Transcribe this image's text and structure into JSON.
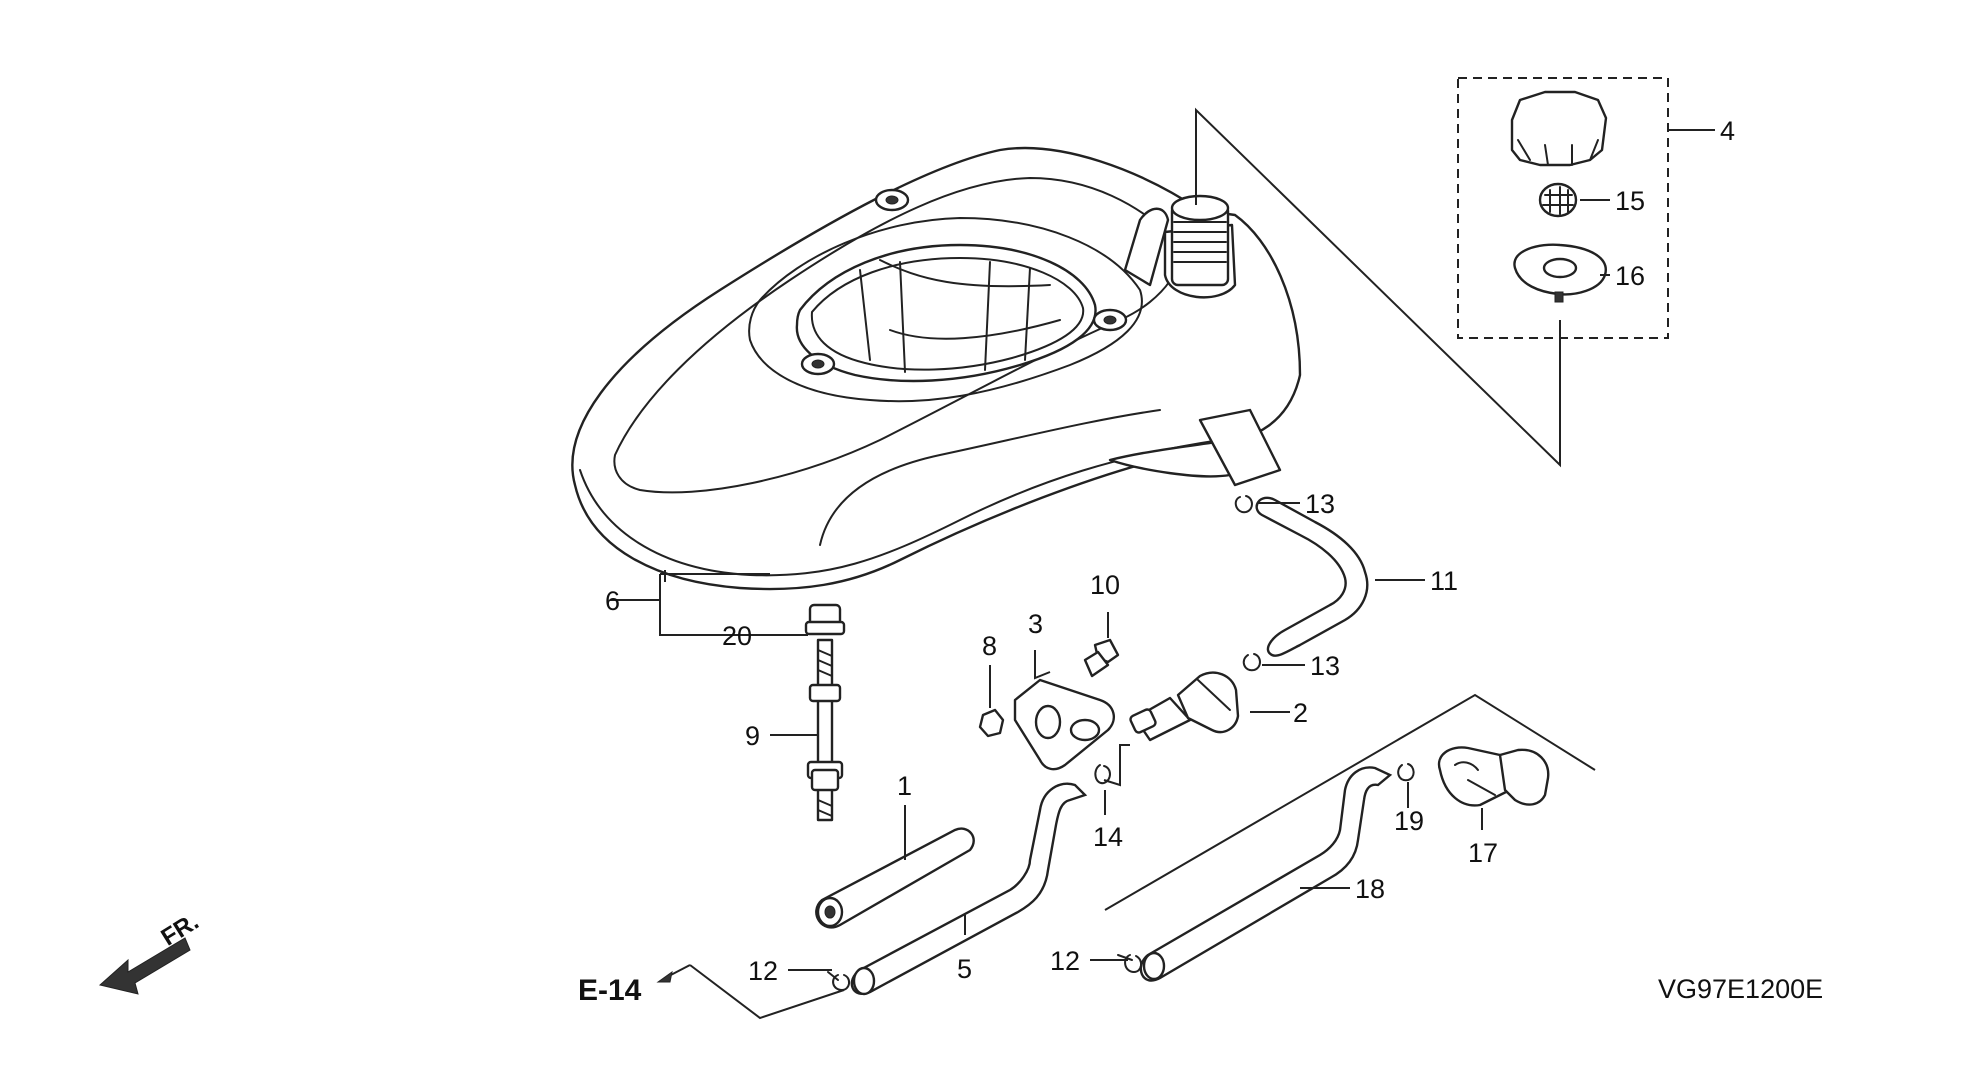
{
  "diagram": {
    "callouts": [
      "1",
      "2",
      "3",
      "4",
      "5",
      "6",
      "8",
      "9",
      "10",
      "11",
      "12",
      "12",
      "13",
      "13",
      "14",
      "15",
      "16",
      "17",
      "18",
      "19",
      "20"
    ],
    "reference_label": "E-14",
    "front_label": "FR.",
    "drawing_code": "VG97E1200E"
  },
  "labels": {
    "c1": "1",
    "c2": "2",
    "c3": "3",
    "c4": "4",
    "c5": "5",
    "c6": "6",
    "c8": "8",
    "c9": "9",
    "c10": "10",
    "c11": "11",
    "c12a": "12",
    "c12b": "12",
    "c13a": "13",
    "c13b": "13",
    "c14": "14",
    "c15": "15",
    "c16": "16",
    "c17": "17",
    "c18": "18",
    "c19": "19",
    "c20": "20",
    "ref": "E-14",
    "front": "FR.",
    "code": "VG97E1200E"
  }
}
